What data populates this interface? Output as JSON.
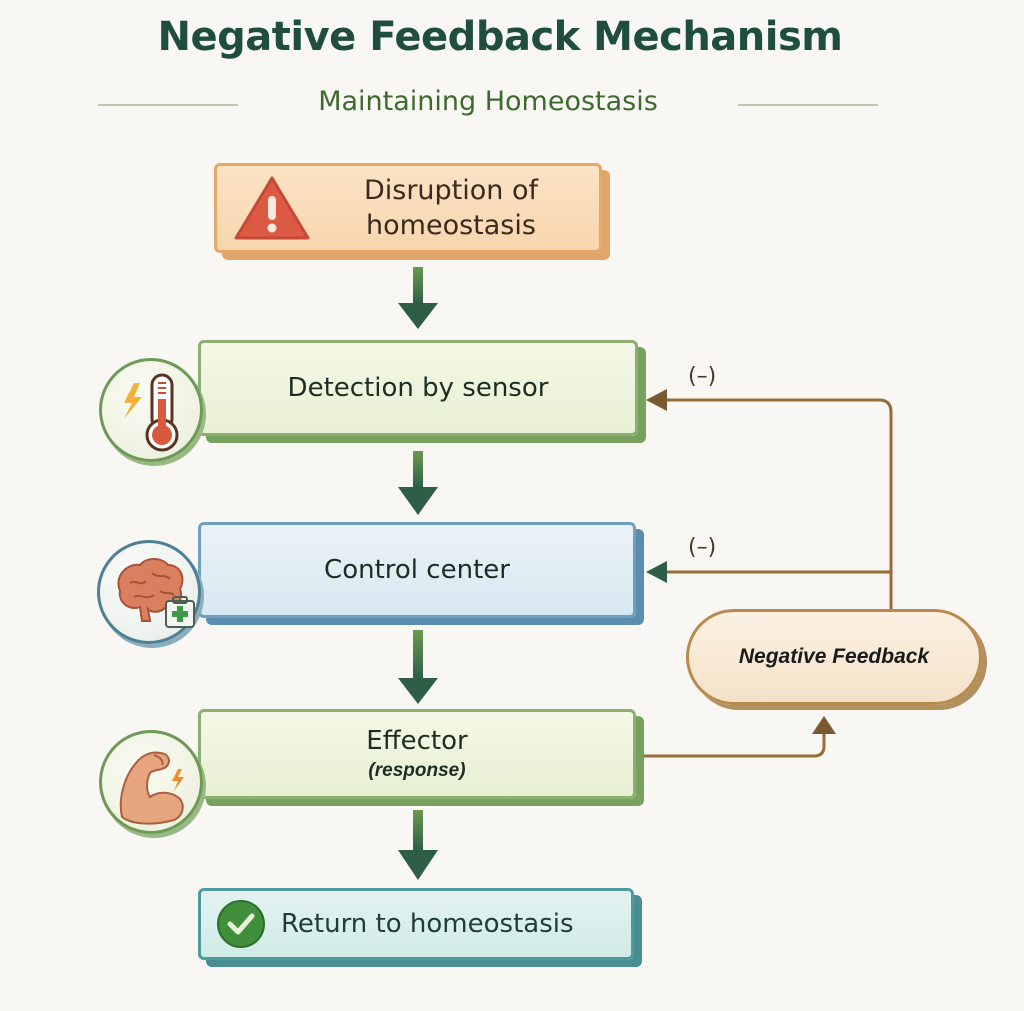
{
  "header": {
    "title": "Negative Feedback Mechanism",
    "subtitle": "Maintaining Homeostasis"
  },
  "steps": [
    {
      "id": "disruption",
      "label": "Disruption of homeostasis",
      "line1": "Disruption of",
      "line2": "homeostasis",
      "icon": "warning-triangle-icon"
    },
    {
      "id": "sensor",
      "label": "Detection by sensor",
      "icon": "thermometer-icon"
    },
    {
      "id": "control",
      "label": "Control center",
      "icon": "brain-icon"
    },
    {
      "id": "effector",
      "label": "Effector",
      "sublabel": "(response)",
      "icon": "flexed-arm-icon"
    },
    {
      "id": "return",
      "label": "Return to homeostasis",
      "icon": "checkmark-icon"
    }
  ],
  "feedback": {
    "label": "Negative Feedback",
    "inhibit_labels": [
      "(–)",
      "(–)"
    ]
  },
  "colors": {
    "title": "#1f4f3c",
    "subtitle": "#3f6a2f",
    "flow_arrow": "#2f5e46",
    "feedback_line": "#9a6c35"
  }
}
